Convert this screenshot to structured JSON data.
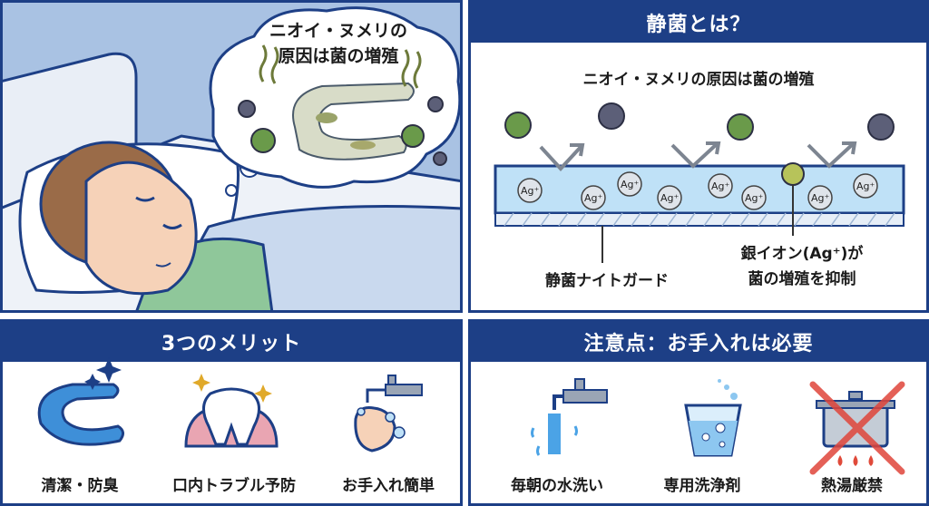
{
  "illustration": {
    "thought_line1": "ニオイ・ヌメリの",
    "thought_line2": "原因は菌の増殖"
  },
  "seikin": {
    "header": "静菌とは？",
    "subtitle": "ニオイ・ヌメリの原因は菌の増殖",
    "ion_label": "Ag⁺",
    "guard_label": "静菌ナイトガード",
    "silver_line1": "銀イオン(Ag⁺)が",
    "silver_line2": "菌の増殖を抑制"
  },
  "merits": {
    "header": "3つのメリット",
    "items": [
      {
        "label": "清潔・防臭",
        "icon": "mouthguard-sparkle-icon"
      },
      {
        "label": "口内トラブル予防",
        "icon": "tooth-icon"
      },
      {
        "label": "お手入れ簡単",
        "icon": "hand-wash-faucet-icon"
      }
    ]
  },
  "caution": {
    "header": "注意点：お手入れは必要",
    "items": [
      {
        "label": "毎朝の水洗い",
        "icon": "faucet-water-icon"
      },
      {
        "label": "専用洗浄剤",
        "icon": "glass-bubbles-icon"
      },
      {
        "label": "熱湯厳禁",
        "icon": "no-boiling-pot-icon"
      }
    ]
  },
  "colors": {
    "navy": "#1d3f86",
    "light_blue": "#cfe0f3",
    "skin": "#f6d2b8"
  }
}
